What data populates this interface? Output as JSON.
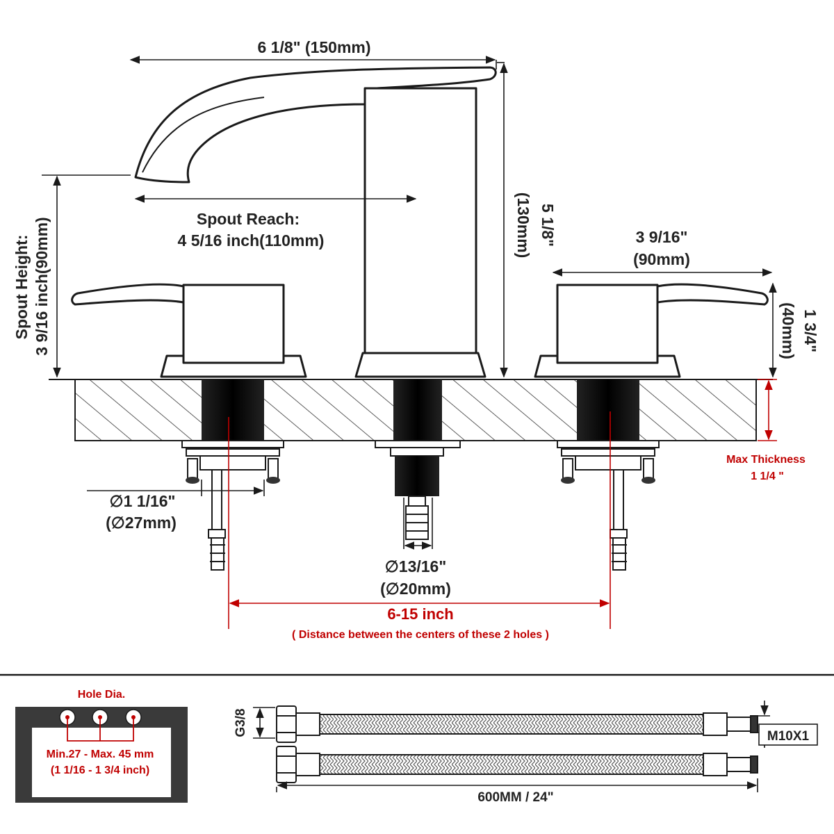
{
  "dimensions": {
    "spout_length": "6 1/8\" (150mm)",
    "spout_reach_title": "Spout Reach:",
    "spout_reach_value": "4 5/16 inch(110mm)",
    "spout_height_title": "Spout Height:",
    "spout_height_value": "3 9/16 inch(90mm)",
    "total_height_in": "5 1/8\"",
    "total_height_mm": "(130mm)",
    "handle_length_in": "3 9/16\"",
    "handle_length_mm": "(90mm)",
    "handle_height_in": "1 3/4\"",
    "handle_height_mm": "(40mm)",
    "max_thickness_title": "Max Thickness",
    "max_thickness_value": "1 1/4 \"",
    "side_shank_in": "∅1 1/16\"",
    "side_shank_mm": "(∅27mm)",
    "center_shank_in": "∅13/16\"",
    "center_shank_mm": "(∅20mm)",
    "spread": "6-15 inch",
    "spread_note": "( Distance between the centers of these 2 holes )"
  },
  "hole_panel": {
    "title": "Hole Dia.",
    "range_mm": "Min.27 - Max. 45 mm",
    "range_in": "(1 1/16 - 1 3/4 inch)"
  },
  "hose": {
    "inlet_thread": "G3/8",
    "outlet_thread": "M10X1",
    "length": "600MM / 24\""
  },
  "colors": {
    "line": "#1a1a1a",
    "accent_red": "#c00000",
    "panel_dark": "#3a3a3a"
  }
}
